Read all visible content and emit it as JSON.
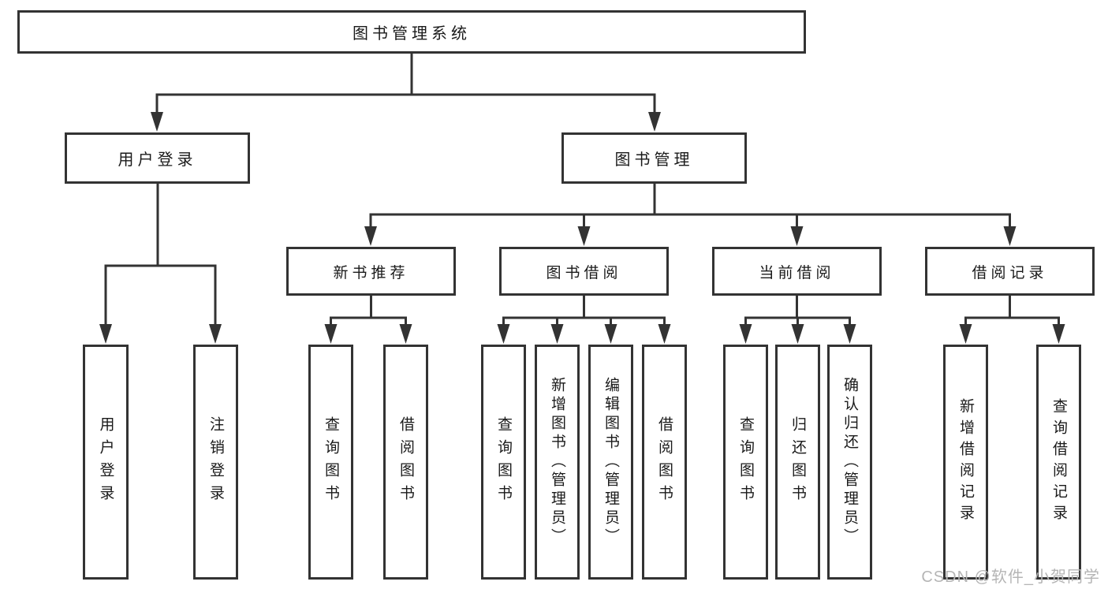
{
  "hierarchy": {
    "root": "图书管理系统",
    "branches": [
      {
        "label": "用户登录",
        "children_labels": [
          "用户登录",
          "注销登录"
        ]
      },
      {
        "label": "图书管理",
        "children": [
          {
            "label": "新书推荐",
            "children_labels": [
              "查询图书",
              "借阅图书"
            ]
          },
          {
            "label": "图书借阅",
            "children_labels": [
              "查询图书",
              "新增图书（管理员）",
              "编辑图书（管理员）",
              "借阅图书"
            ]
          },
          {
            "label": "当前借阅",
            "children_labels": [
              "查询图书",
              "归还图书",
              "确认归还（管理员）"
            ]
          },
          {
            "label": "借阅记录",
            "children_labels": [
              "新增借阅记录",
              "查询借阅记录"
            ]
          }
        ]
      }
    ]
  },
  "watermark": {
    "text": "CSDN @软件_小贺同学"
  },
  "colors": {
    "line": "#333333",
    "text": "#1a1a1a",
    "box_bg": "#ffffff",
    "watermark": "#b5b5b5"
  }
}
